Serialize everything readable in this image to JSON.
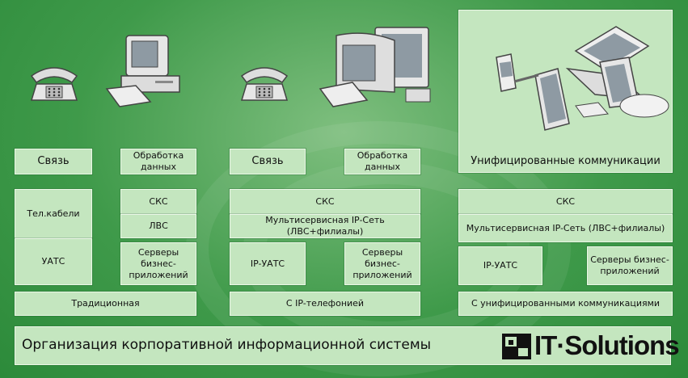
{
  "columns": {
    "traditional": {
      "svyaz": "Связь",
      "obrabotka": "Обработка данных",
      "telcables": "Тел.кабели",
      "uats": "УАТС",
      "sks": "СКС",
      "lvs": "ЛВС",
      "servers": "Серверы бизнес-приложений",
      "footer": "Традиционная"
    },
    "ip": {
      "svyaz": "Связь",
      "obrabotka": "Обработка данных",
      "sks": "СКС",
      "network": "Мультисервисная IP-Сеть (ЛВС+филиалы)",
      "ipuats": "IP-УАТС",
      "servers": "Серверы бизнес-приложений",
      "footer": "С IP-телефонией"
    },
    "uc": {
      "header": "Унифицированные коммуникации",
      "sks": "СКС",
      "network": "Мультисервисная IP-Сеть (ЛВС+филиалы)",
      "ipuats": "IP-УАТС",
      "servers": "Серверы бизнес-приложений",
      "footer": "С унифицированными коммуникациями"
    }
  },
  "bottom": {
    "title": "Организация корпоративной информационной системы",
    "logo_text": "IT·Solutions"
  },
  "icons": [
    "telephone-icon",
    "desktop-computer-icon",
    "telephone-icon",
    "monitors-computer-icon",
    "uc-devices-icon"
  ],
  "colors": {
    "background": "#3f9a4a",
    "box": "#c4e6bf",
    "border": "#eaf7e6"
  }
}
